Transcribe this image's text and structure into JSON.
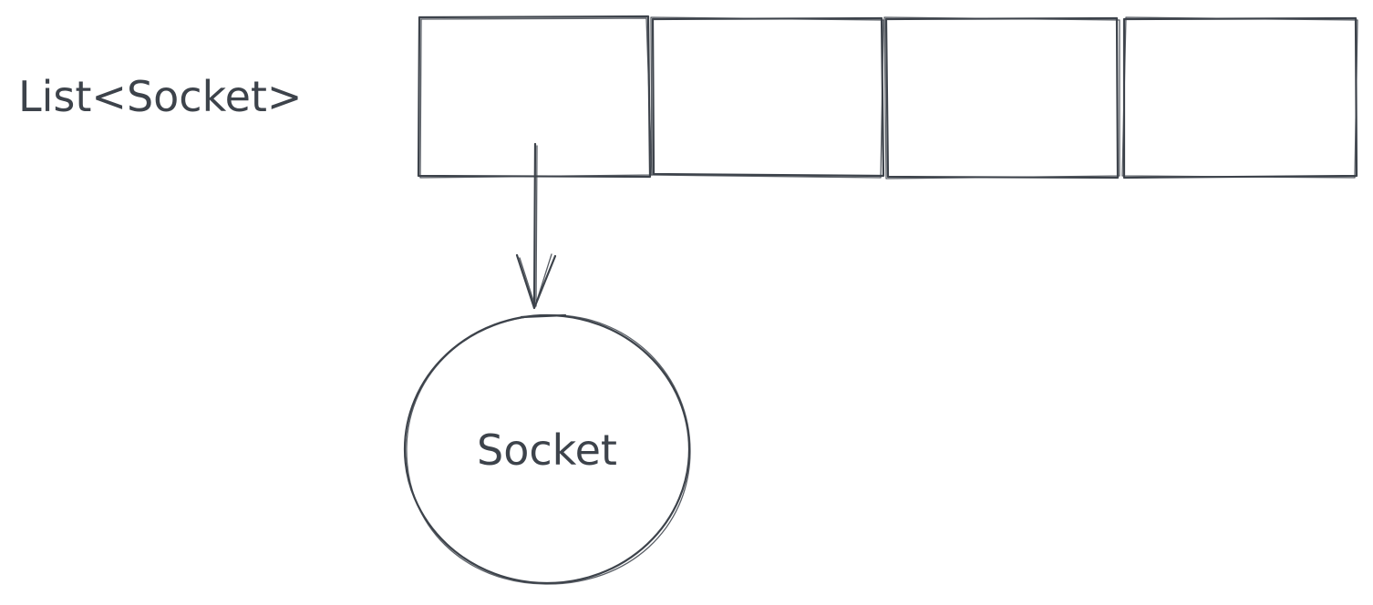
{
  "diagram": {
    "list_label": "List<Socket>",
    "node_label": "Socket",
    "cell_count": 4,
    "stroke_color": "#3d434b",
    "background_color": "#ffffff"
  }
}
